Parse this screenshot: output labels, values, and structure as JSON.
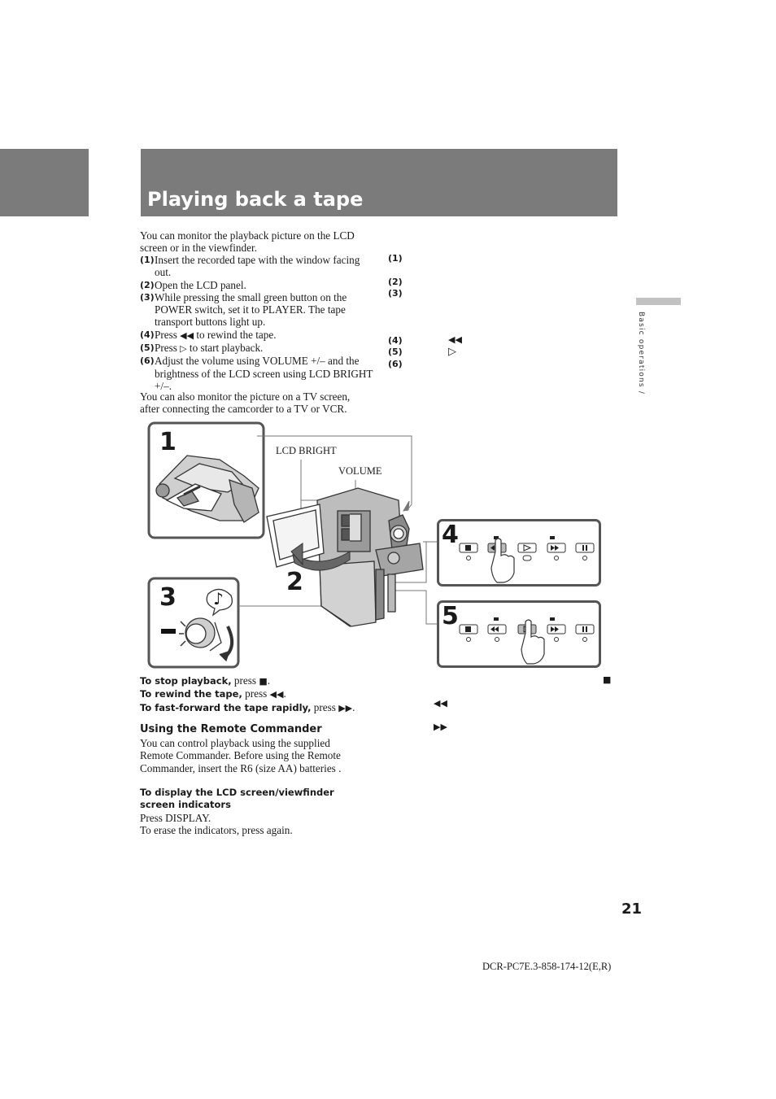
{
  "header": {
    "title": "Playing back a tape"
  },
  "side_tab": {
    "label": "Basic operations /"
  },
  "intro": "You can monitor the playback picture on the LCD screen or in the viewfinder.",
  "steps": [
    {
      "num": "(1)",
      "text": "Insert the recorded tape with the window facing out."
    },
    {
      "num": "(2)",
      "text": "Open the LCD panel."
    },
    {
      "num": "(3)",
      "text": "While pressing the small green button on the POWER switch, set it to PLAYER.  The tape transport buttons light up."
    },
    {
      "num": "(4)",
      "text_before": "Press ",
      "symbol": "◀◀",
      "text_after": " to rewind the tape."
    },
    {
      "num": "(5)",
      "text_before": "Press ",
      "symbol": "▷",
      "text_after": " to start playback."
    },
    {
      "num": "(6)",
      "text": "Adjust the volume using VOLUME +/– and the brightness of the LCD screen using LCD BRIGHT +/–."
    }
  ],
  "outro": "You can also monitor the picture on a TV screen, after connecting the camcorder to a TV or VCR.",
  "right_column": {
    "nums": [
      "(1)",
      "(2)",
      "(3)",
      "(4)",
      "(5)",
      "(6)"
    ],
    "sym_rewind": "◀◀",
    "sym_play": "▷",
    "sym_stop": "■",
    "sym_ff": "▶▶"
  },
  "figure": {
    "panel_numbers": [
      "1",
      "2",
      "3",
      "4",
      "5"
    ],
    "labels": {
      "lcd_bright": "LCD BRIGHT",
      "volume": "VOLUME"
    },
    "music_note": "♪"
  },
  "operations": [
    {
      "bold": "To stop playback,",
      "text": " press ",
      "symbol": "■",
      "end": "."
    },
    {
      "bold": "To rewind the tape,",
      "text": " press ",
      "symbol": "◀◀",
      "end": "."
    },
    {
      "bold": "To fast-forward the tape rapidly,",
      "text": " press ",
      "symbol": "▶▶",
      "end": "."
    }
  ],
  "remote": {
    "heading": "Using the Remote Commander",
    "text": "You can control playback using the supplied Remote Commander.  Before using the Remote Commander, insert the R6 (size AA) batteries ."
  },
  "display": {
    "heading": "To display the LCD screen/viewfinder screen indicators",
    "line1": "Press DISPLAY.",
    "line2": "To erase the indicators, press again."
  },
  "page_number": "21",
  "footer": "DCR-PC7E.3-858-174-12(E,R)"
}
